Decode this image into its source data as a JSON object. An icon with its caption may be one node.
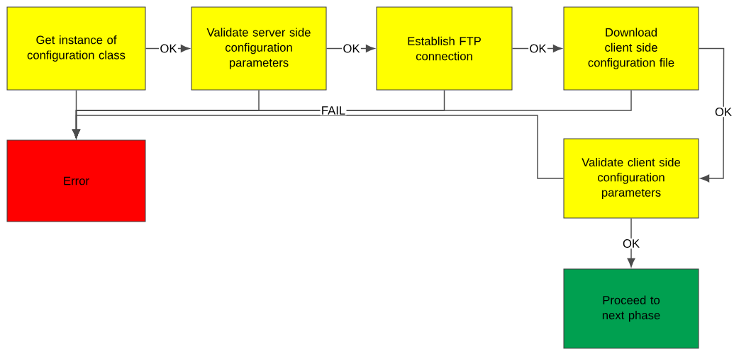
{
  "diagram": {
    "nodes": [
      {
        "text": [
          "Get instance of configuration class"
        ]
      },
      {
        "text": [
          "Validate server side configuration parameters"
        ]
      },
      {
        "text": [
          "Establish FTP connection"
        ]
      },
      {
        "text": [
          "Download client side configuration file"
        ]
      },
      {
        "text": [
          "Error"
        ]
      },
      {
        "text": [
          "Validate client side configuration parameters"
        ]
      },
      {
        "text": [
          "Proceed to next phase"
        ]
      }
    ],
    "edges": [
      {
        "from": 0,
        "to": 1,
        "arrow": "to",
        "label": "OK"
      },
      {
        "from": 1,
        "to": 2,
        "arrow": "to",
        "label": "OK"
      },
      {
        "from": 2,
        "to": 3,
        "arrow": "to",
        "label": "OK"
      },
      {
        "from": 3,
        "to": 5,
        "arrow": "to",
        "label": "OK"
      },
      {
        "from": 5,
        "to": 6,
        "arrow": "to",
        "label": "OK"
      },
      {
        "from": 0,
        "to": 4,
        "arrow": "to"
      },
      {
        "from": 1,
        "to": 4,
        "arrow": "to"
      },
      {
        "from": 2,
        "to": 4,
        "arrow": "to",
        "label": "FAIL"
      },
      {
        "from": 3,
        "to": 4,
        "arrow": "to"
      },
      {
        "from": 5,
        "to": 4,
        "arrow": "to"
      }
    ]
  }
}
